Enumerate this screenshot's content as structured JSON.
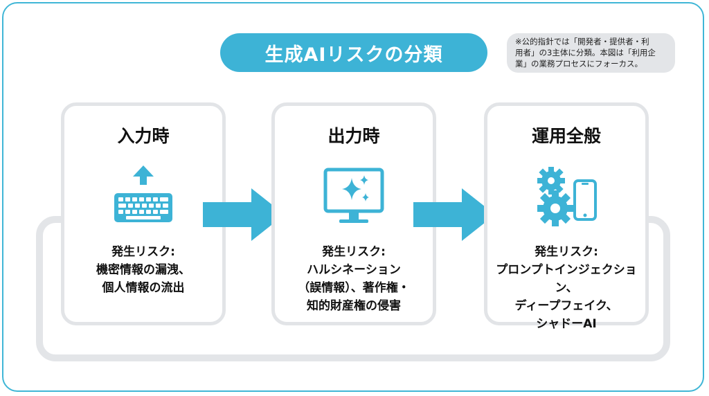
{
  "title": "生成AIリスクの分類",
  "note": {
    "lines": [
      "※公的指針では「開発者・提供者・利",
      "用者」の3主体に分類。本図は「利用企",
      "業」の業務プロセスにフォーカス。"
    ]
  },
  "colors": {
    "accent": "#3db3d6",
    "card_border": "#e2e4e7",
    "loop": "#e3e5e8"
  },
  "stages": [
    {
      "title": "入力時",
      "icon": "keyboard-upload-icon",
      "risk_label": "発生リスク:",
      "risks": [
        "機密情報の漏洩、",
        "個人情報の流出"
      ]
    },
    {
      "title": "出力時",
      "icon": "monitor-sparkle-icon",
      "risk_label": "発生リスク:",
      "risks": [
        "ハルシネーション",
        "（誤情報）、著作権・",
        "知的財産権の侵害"
      ]
    },
    {
      "title": "運用全般",
      "icon": "gears-smartphone-icon",
      "risk_label": "発生リスク:",
      "risks": [
        "プロンプトインジェクション、",
        "ディープフェイク、",
        "シャドーAI"
      ]
    }
  ]
}
